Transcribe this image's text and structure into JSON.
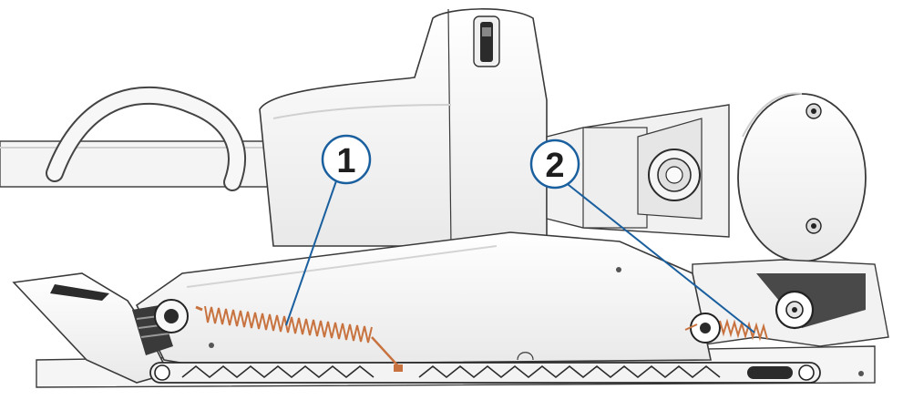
{
  "callouts": [
    {
      "label": "1",
      "part": "spring"
    },
    {
      "label": "2",
      "part": "spring"
    }
  ],
  "colors": {
    "callout_stroke": "#1a5f9e",
    "callout_text": "#1e1e1e",
    "outline": "#3a3a3a",
    "body_fill": "#f6f6f6",
    "shadow_fill": "#e2e2e2",
    "spring": "#c8733f",
    "dark_part": "#2b2b2b"
  }
}
